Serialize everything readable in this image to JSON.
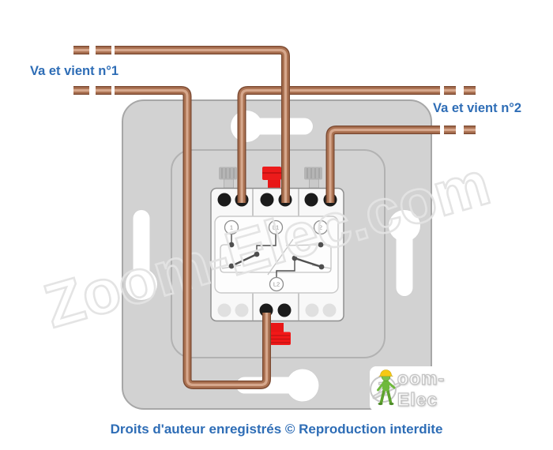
{
  "labels": {
    "cable1": "Va et vient n°1",
    "cable2": "Va et vient n°2",
    "copyright": "Droits d'auteur enregistrés © Reproduction interdite"
  },
  "watermark": {
    "text": "Zoom-Elec.com"
  },
  "logo": {
    "z": "Z",
    "rest": "oom-Elec"
  },
  "schematic": {
    "terminals": {
      "t1": "1",
      "l1": "L1",
      "t2": "2",
      "l2": "L2"
    }
  },
  "icons": {
    "mascot": "electrician-mascot-icon"
  },
  "colors": {
    "copper": "#ab7252",
    "copper_dark": "#7b4a32",
    "copper_light": "#d6a78c",
    "label_blue": "#2e6db6",
    "clip_red": "#ec1b1b",
    "clip_gray": "#b5b5b5",
    "plate_gray": "#d2d2d2",
    "mechanism_white": "#f8f8f8",
    "hole_black": "#1b1b1b",
    "hole_unused": "#e0e0e0",
    "watermark_gray": "#e3e3e3"
  }
}
